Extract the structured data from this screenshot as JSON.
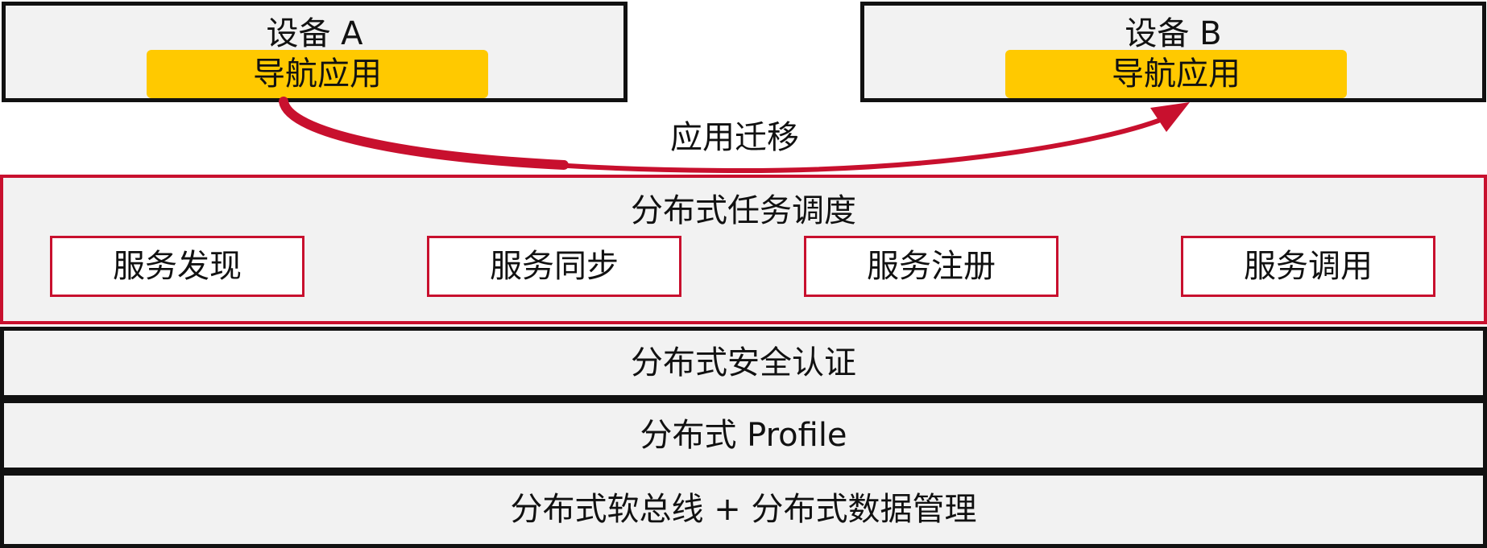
{
  "device_a": {
    "title": "设备 A",
    "app": "导航应用"
  },
  "device_b": {
    "title": "设备 B",
    "app": "导航应用"
  },
  "migration_label": "应用迁移",
  "scheduling": {
    "title": "分布式任务调度",
    "services": [
      "服务发现",
      "服务同步",
      "服务注册",
      "服务调用"
    ]
  },
  "layers": {
    "security": "分布式安全认证",
    "profile": "分布式 Profile",
    "bus": "分布式软总线 + 分布式数据管理"
  },
  "colors": {
    "app_fill": "#ffc900",
    "accent_red": "#c8102e",
    "box_fill": "#f2f2f2",
    "border": "#111111"
  }
}
